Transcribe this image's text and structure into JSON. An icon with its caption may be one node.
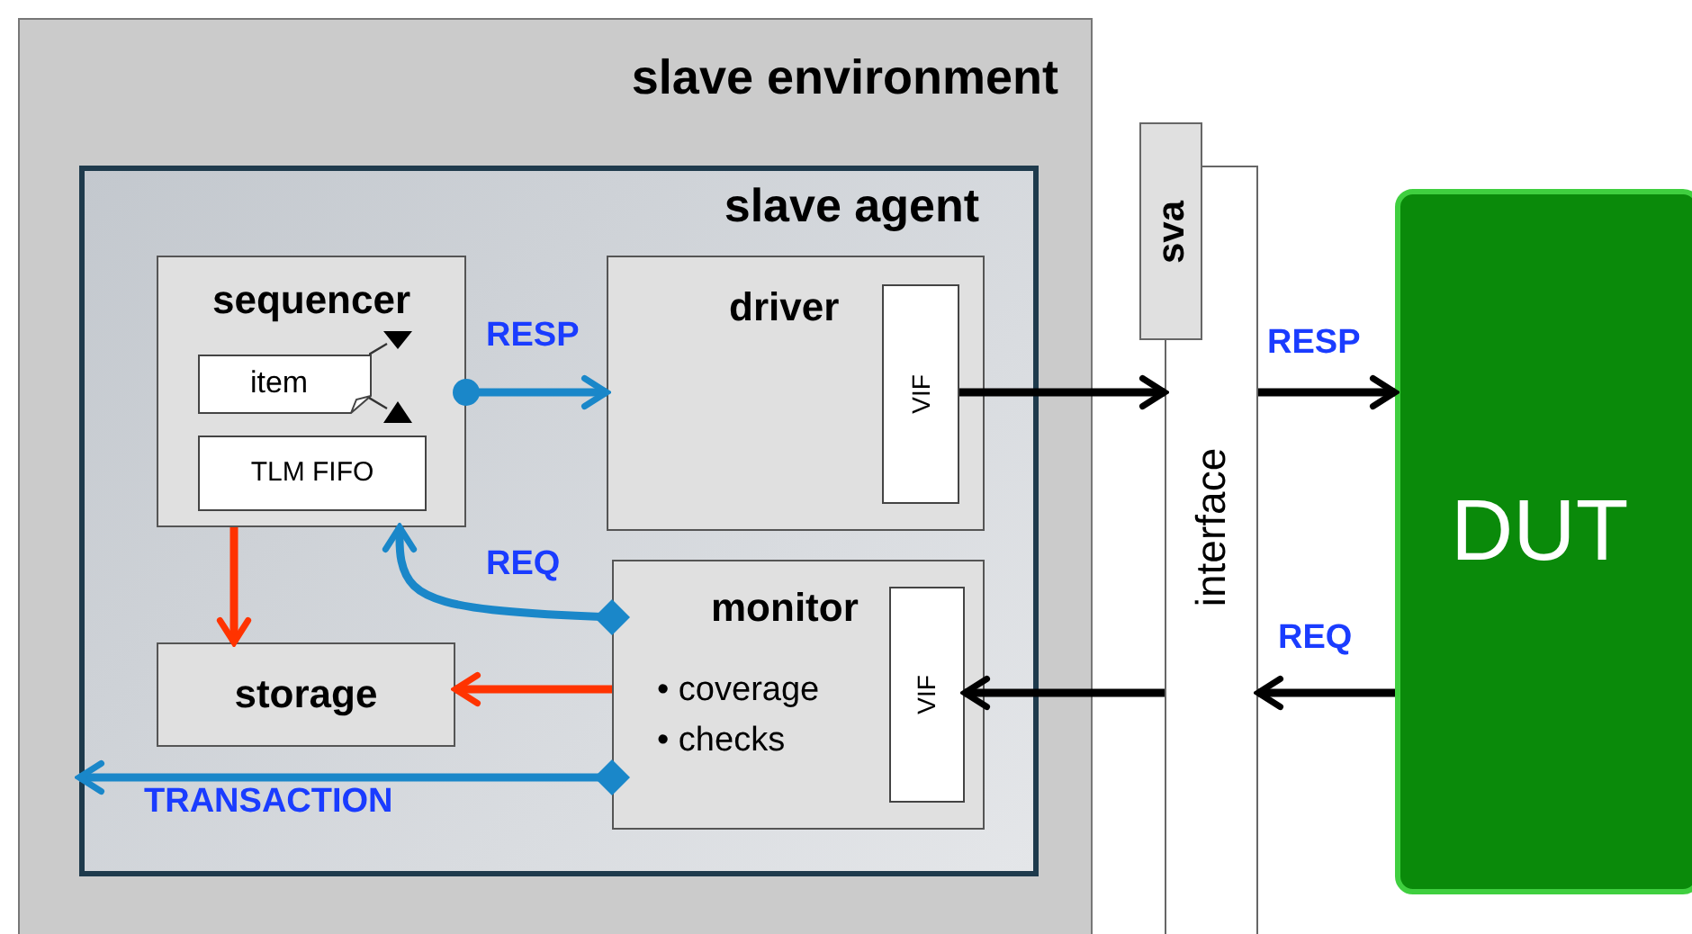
{
  "diagram": {
    "nodes": [
      {
        "text": [
          "slave environment"
        ]
      },
      {
        "text": [
          "slave agent"
        ],
        "in": 0
      },
      {
        "text": [
          "sequencer"
        ],
        "in": 1
      },
      {
        "text": [
          "item"
        ],
        "in": 2
      },
      {
        "text": [
          "TLM FIFO"
        ],
        "in": 2
      },
      {
        "text": [
          "driver"
        ],
        "in": 1
      },
      {
        "text": [
          "VIF"
        ],
        "in": 5
      },
      {
        "text": [
          "monitor",
          "• coverage",
          "• checks"
        ],
        "in": 1
      },
      {
        "text": [
          "VIF"
        ],
        "in": 7
      },
      {
        "text": [
          "storage"
        ],
        "in": 1
      },
      {
        "text": [
          "interface"
        ]
      },
      {
        "text": [
          "sva"
        ]
      },
      {
        "text": [
          "DUT"
        ]
      }
    ],
    "edges": [
      {
        "from": 2,
        "to": 5,
        "arrow": "to",
        "label": "RESP",
        "color": "#1a87c9"
      },
      {
        "from": 7,
        "to": 2,
        "arrow": "to",
        "label": "REQ",
        "color": "#1a87c9"
      },
      {
        "from": 2,
        "to": 9,
        "arrow": "to",
        "color": "#ff3300"
      },
      {
        "from": 7,
        "to": 9,
        "arrow": "to",
        "color": "#ff3300"
      },
      {
        "from": 7,
        "to": null,
        "arrow": "to",
        "label": "TRANSACTION",
        "color": "#1a87c9"
      },
      {
        "from": 6,
        "to": 10,
        "arrow": "to"
      },
      {
        "from": 10,
        "to": 12,
        "arrow": "to",
        "label": "RESP"
      },
      {
        "from": 12,
        "to": 10,
        "arrow": "to",
        "label": "REQ"
      },
      {
        "from": 10,
        "to": 8,
        "arrow": "to"
      }
    ]
  }
}
